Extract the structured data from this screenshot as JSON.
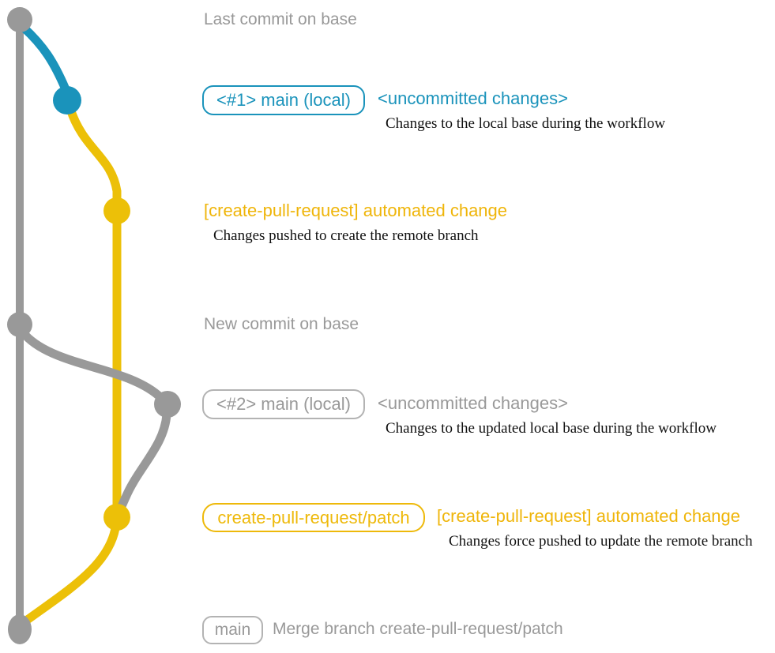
{
  "colors": {
    "gray": "#999999",
    "gray_box_border": "#b3b3b3",
    "blue": "#1a93bb",
    "yellow_line": "#ecc008",
    "yellow_text": "#efb509"
  },
  "annotations": {
    "last_commit": "Last commit on base",
    "new_commit": "New commit on base",
    "merge_commit": "Merge branch create-pull-request/patch"
  },
  "branch_labels": {
    "main_local_1": "<#1> main (local)",
    "main_local_2": "<#2> main (local)",
    "patch_branch": "create-pull-request/patch",
    "main": "main"
  },
  "commit_messages": {
    "uncommitted_1": "<uncommitted changes>",
    "uncommitted_1_desc": "Changes to the local base during the workflow",
    "automated_1": "[create-pull-request] automated change",
    "automated_1_desc": "Changes pushed to create the remote branch",
    "uncommitted_2": "<uncommitted changes>",
    "uncommitted_2_desc": "Changes to the updated local base during the workflow",
    "automated_2": "[create-pull-request] automated change",
    "automated_2_desc": "Changes force pushed to update the remote branch"
  }
}
